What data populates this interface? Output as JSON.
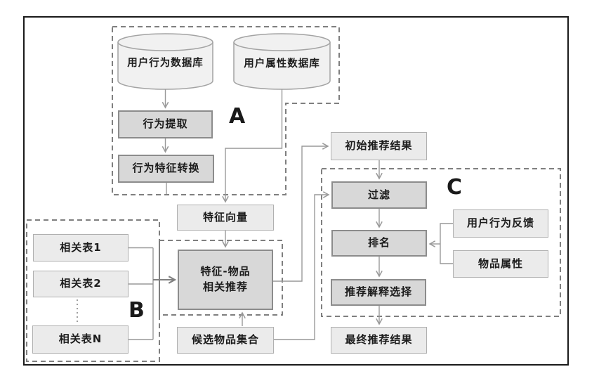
{
  "nodes": {
    "behavior_db": "用户行为数据库",
    "attribute_db": "用户属性数据库",
    "behavior_extract": "行为提取",
    "behavior_feature_transform": "行为特征转换",
    "feature_vector": "特征向量",
    "feature_item_rec_line1": "特征-物品",
    "feature_item_rec_line2": "相关推荐",
    "candidate_set": "候选物品集合",
    "initial_result": "初始推荐结果",
    "filter": "过滤",
    "ranking": "排名",
    "explanation_select": "推荐解释选择",
    "final_result": "最终推荐结果",
    "user_feedback": "用户行为反馈",
    "item_attribute": "物品属性",
    "related_table_1": "相关表1",
    "related_table_2": "相关表2",
    "related_table_n": "相关表N"
  },
  "group_labels": {
    "a": "A",
    "b": "B",
    "c": "C"
  },
  "colors": {
    "frame": "#1a1a1a",
    "dark_node_fill": "#d8d8d8",
    "dark_node_border": "#8c8c8c",
    "light_node_fill": "#ebebeb",
    "light_node_border": "#b0b0b0",
    "cylinder_fill": "#f1f1f1",
    "cylinder_border": "#a3a3a3",
    "connector": "#999999",
    "dashed_group_border": "#7f7f7f"
  }
}
